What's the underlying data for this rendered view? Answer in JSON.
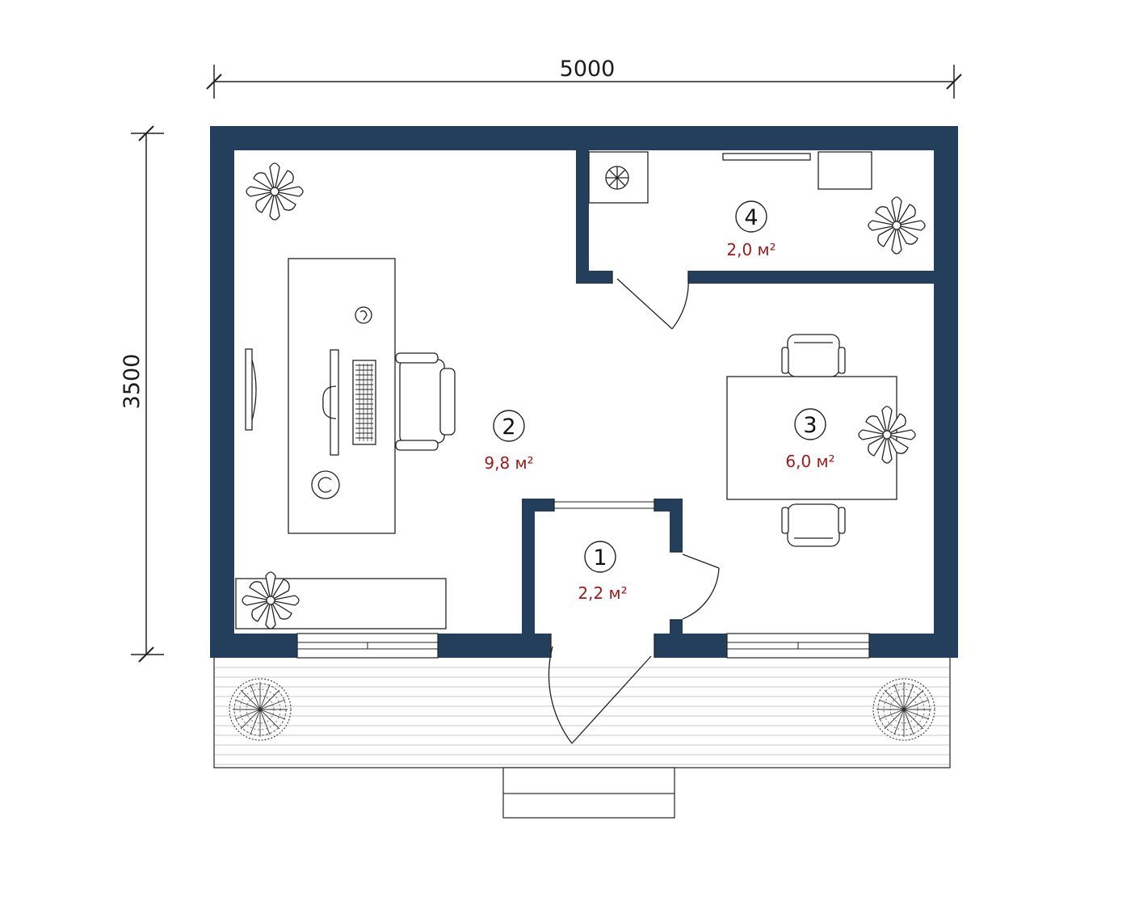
{
  "dimensions": {
    "width": "5000",
    "height": "3500"
  },
  "rooms": [
    {
      "number": "1",
      "area": "2,2 м²"
    },
    {
      "number": "2",
      "area": "9,8 м²"
    },
    {
      "number": "3",
      "area": "6,0 м²"
    },
    {
      "number": "4",
      "area": "2,0 м²"
    }
  ],
  "colors": {
    "wall": "#243f5b",
    "area_text": "#9b1b1e",
    "line": "#222222"
  },
  "icons": [
    "plant-icon",
    "shrub-icon",
    "desk-icon",
    "office-chair-icon",
    "chair-icon",
    "table-icon",
    "keyboard-icon",
    "monitor-icon",
    "mouse-icon",
    "tv-icon",
    "stove-icon",
    "door-swing-icon",
    "window-icon"
  ]
}
